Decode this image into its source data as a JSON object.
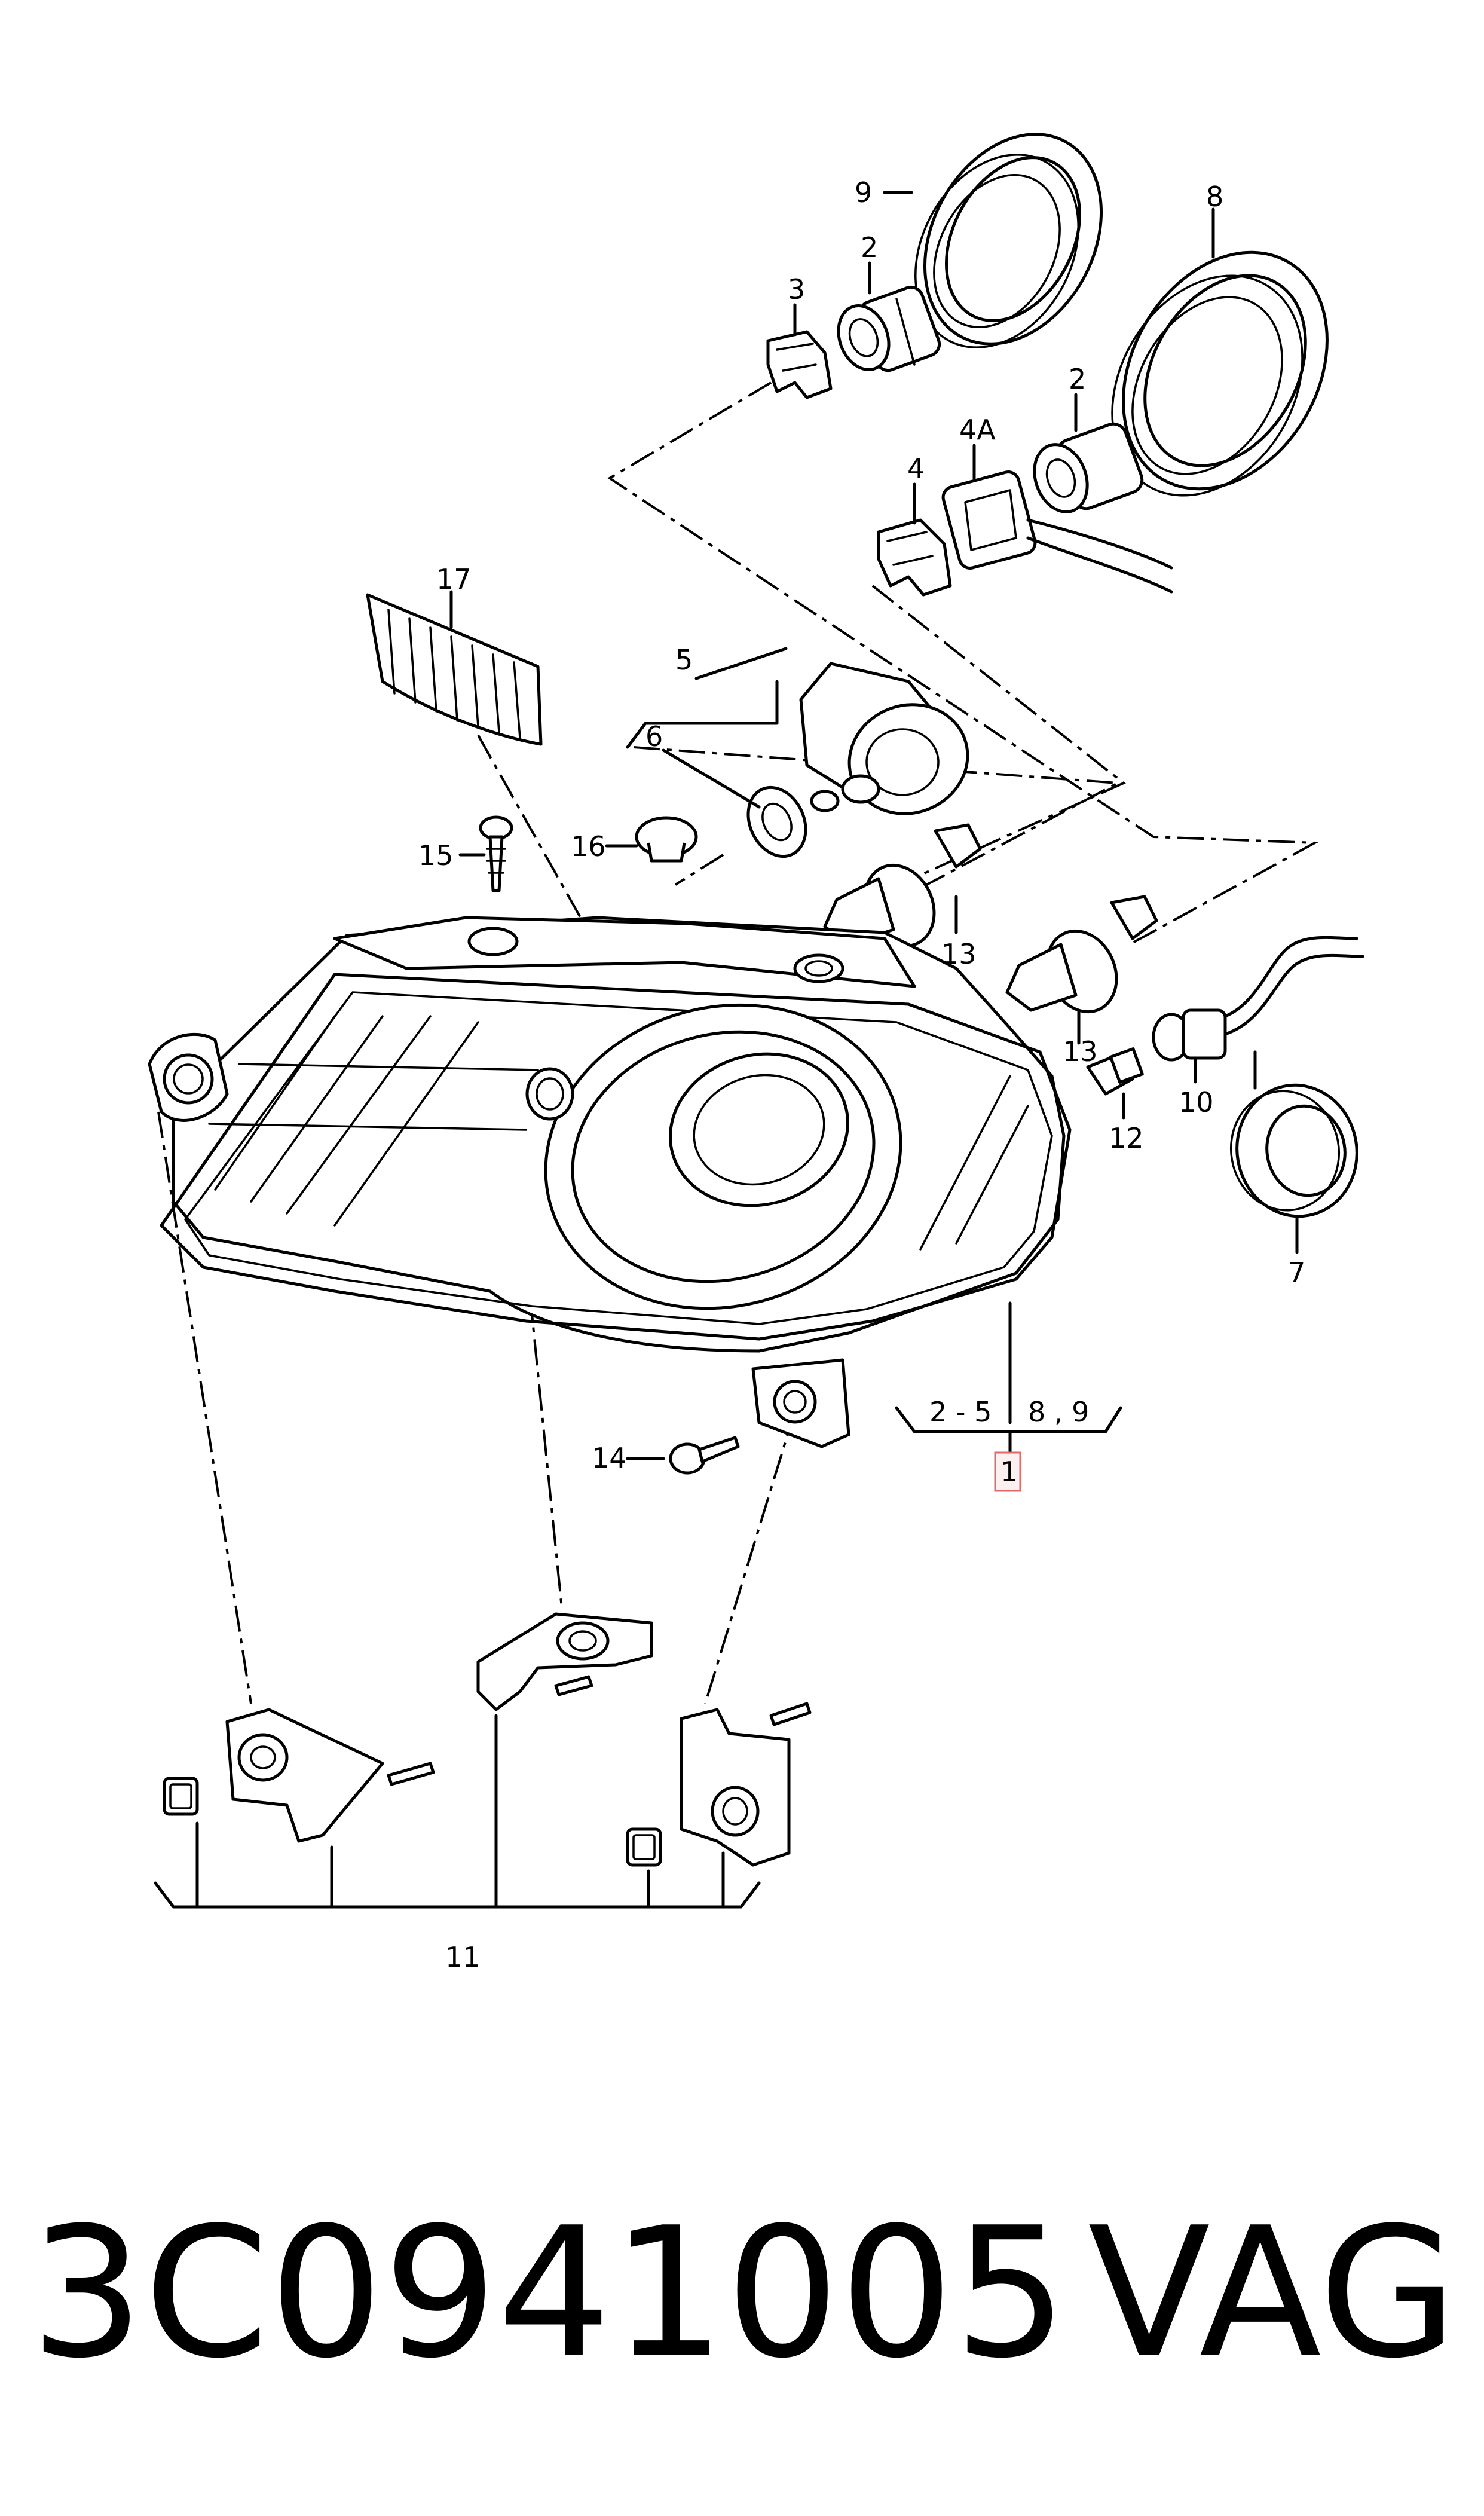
{
  "callouts": {
    "c1": "1",
    "c2a": "2",
    "c2b": "2",
    "c3": "3",
    "c4": "4",
    "c4a": "4A",
    "c5": "5",
    "c6": "6",
    "c7": "7",
    "c8": "8",
    "c9": "9",
    "c10": "10",
    "c11": "11",
    "c12": "12",
    "c13a": "13",
    "c13b": "13",
    "c14": "14",
    "c15": "15",
    "c16": "16",
    "c17": "17",
    "range_left": "2 - 5",
    "range_right": "8 , 9"
  },
  "footer": {
    "part_number": "3C0941005",
    "brand": "VAG"
  },
  "colors": {
    "line": "#000000",
    "highlight_border": "#e06a6a",
    "highlight_fill": "#fdf0f0"
  }
}
